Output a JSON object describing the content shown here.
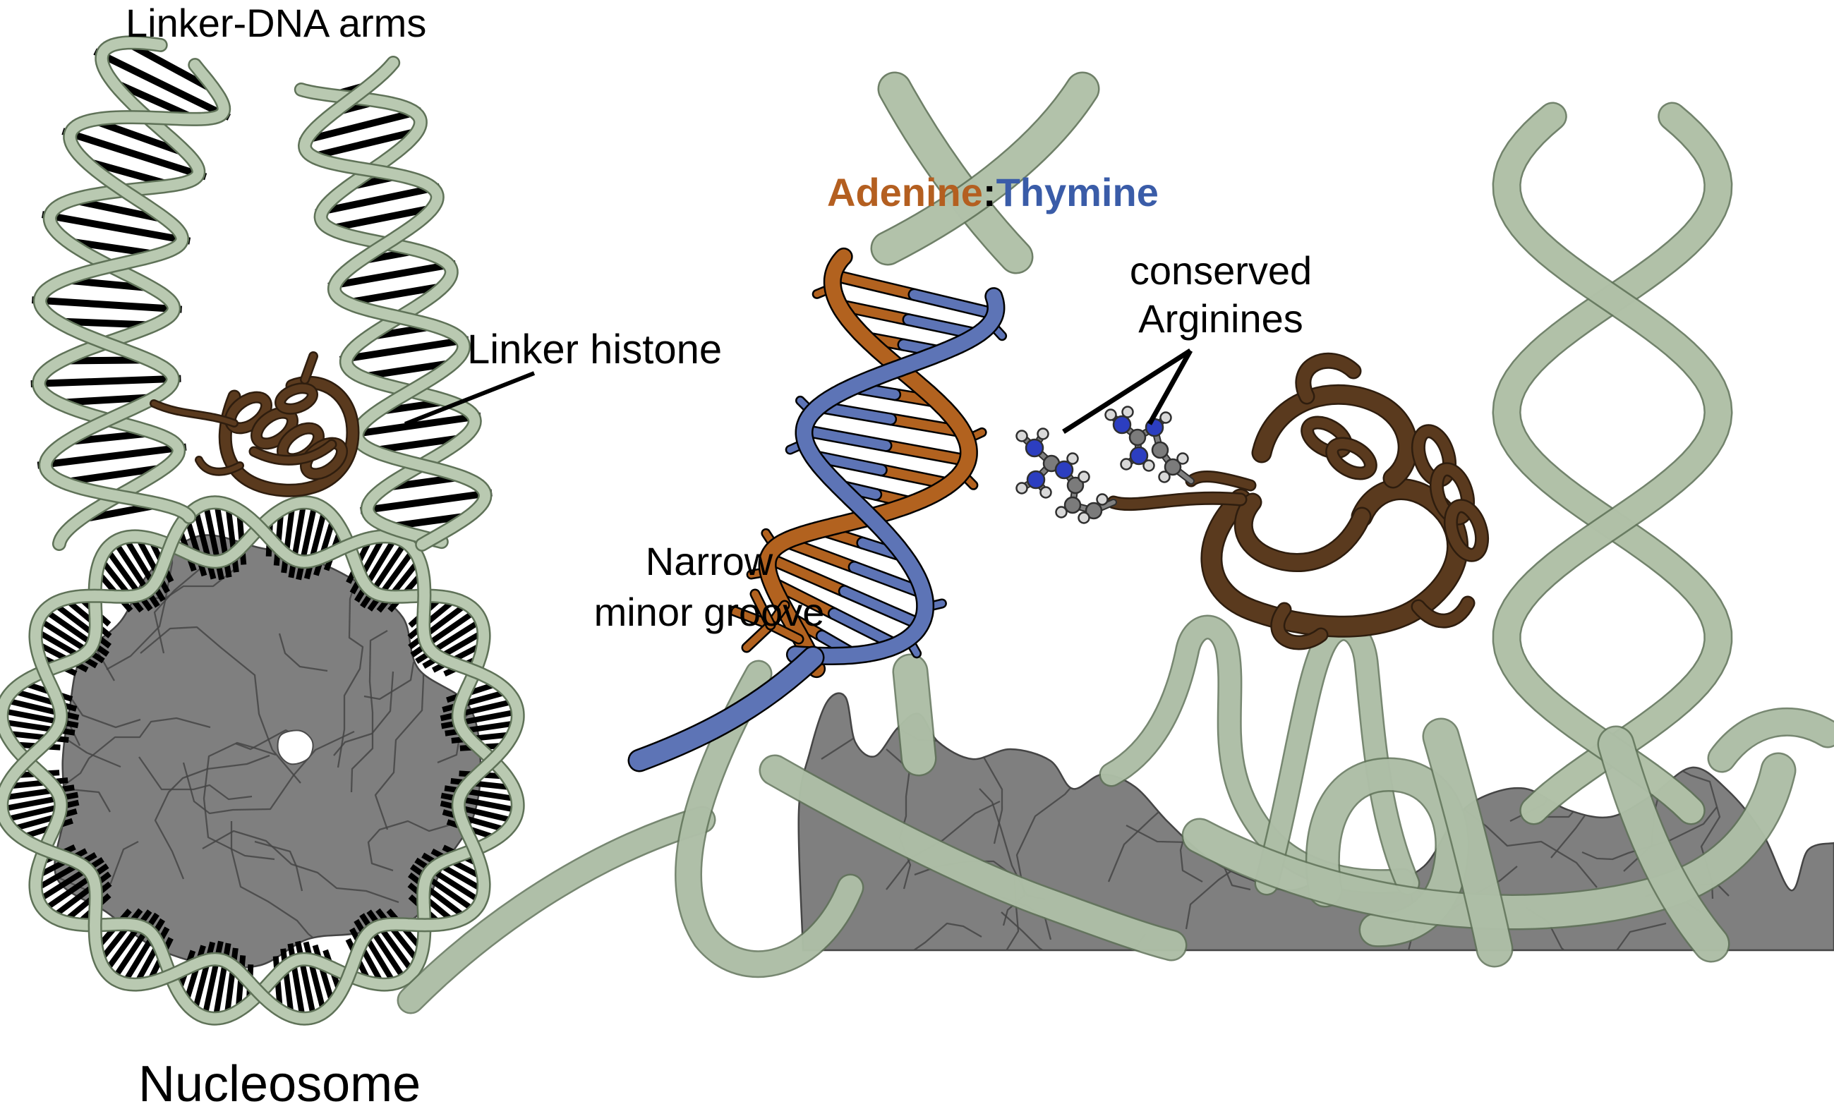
{
  "figure": {
    "description": "Nucleosome with linker-DNA arms and linker histone (left); zoom of AT-rich DNA narrow minor groove bound by conserved arginines of the linker histone globular domain (right)",
    "background_color": "#ffffff"
  },
  "labels": {
    "linker_dna_arms": "Linker-DNA arms",
    "linker_histone": "Linker histone",
    "nucleosome": "Nucleosome",
    "adenine": "Adenine",
    "colon": ":",
    "thymine": "Thymine",
    "conserved_arginines": [
      "conserved",
      "Arginines"
    ],
    "narrow_minor_groove": [
      "Narrow",
      "minor groove"
    ]
  },
  "colors": {
    "background": "#ffffff",
    "text": "#000000",
    "adenine_text": "#b45f20",
    "thymine_text": "#3a5ca8",
    "dna_ribbon_green": "#b9c9b1",
    "dna_ribbon_edge": "#5f7258",
    "base_pair_black": "#000000",
    "histone_core_gray": "#7f7f7f",
    "core_outline_gray": "#454545",
    "linker_histone_brown": "#5a3a1e",
    "histone_brown_dark": "#2e1d0e",
    "adenine_strand_orange": "#b2621f",
    "thymine_strand_blue": "#5d74b6",
    "carbon_gray": "#7b7b7b",
    "nitrogen_blue": "#2c3ec0",
    "hydrogen_white": "#d8d8d8",
    "bond_gray": "#808080",
    "bond_edge": "#2f2f2f",
    "pointer_black": "#000000"
  }
}
